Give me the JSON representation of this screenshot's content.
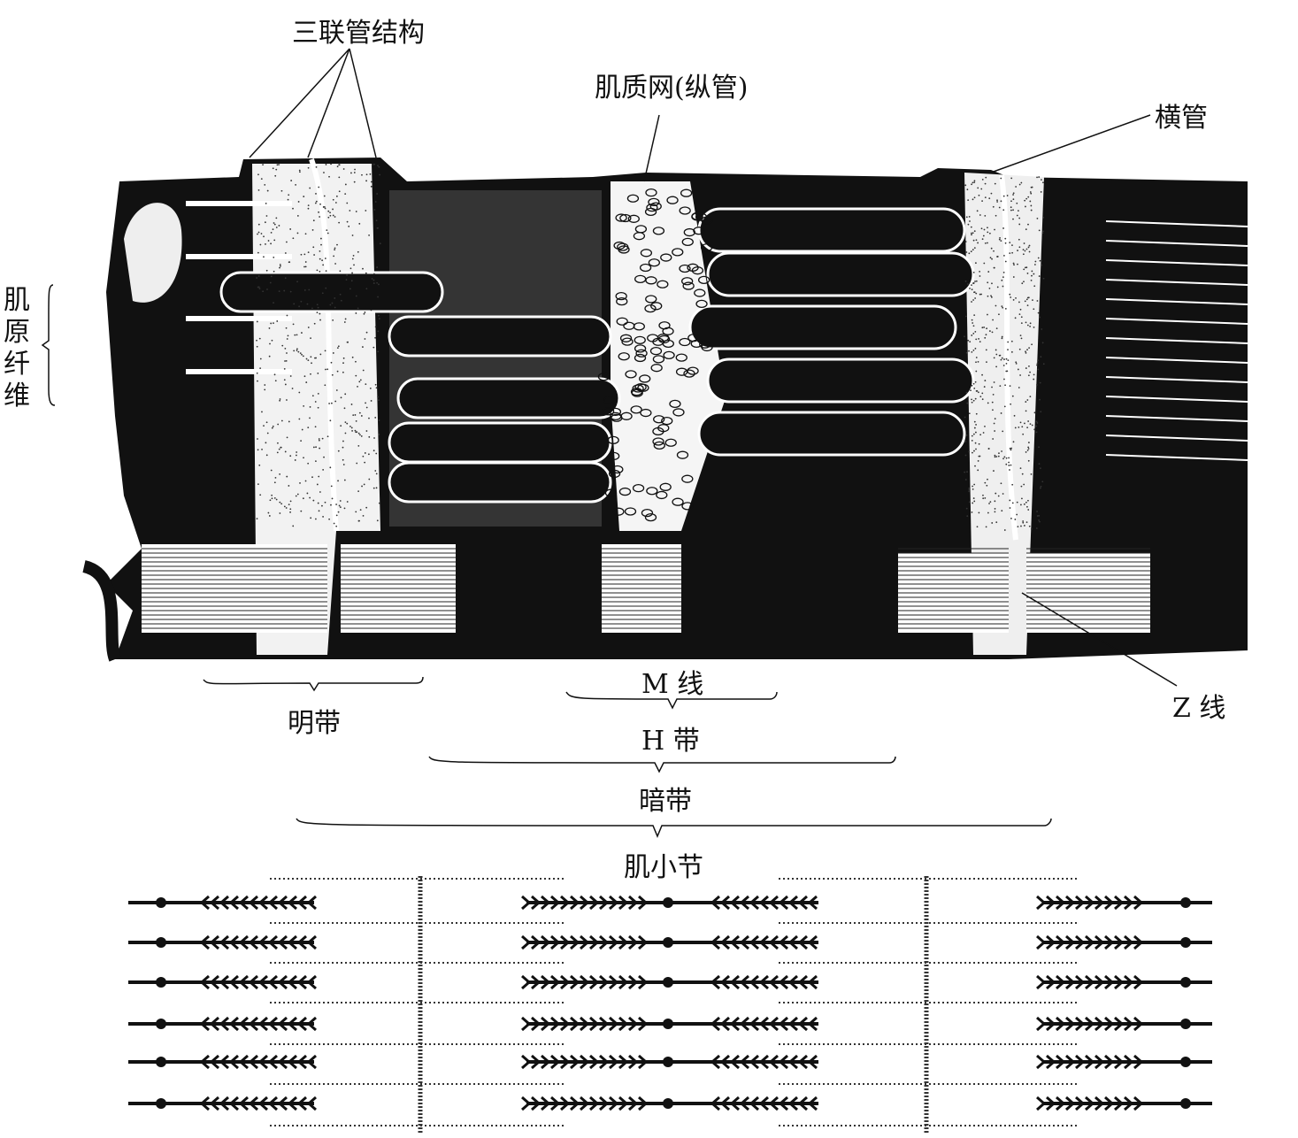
{
  "labels": {
    "triad": "三联管结构",
    "sarcoplasmic_reticulum": "肌质网(纵管)",
    "t_tubule": "横管",
    "myofibril": "肌原纤维",
    "m_line": "M 线",
    "i_band": "明带",
    "h_band": "H 带",
    "a_band": "暗带",
    "sarcomere": "肌小节",
    "z_line": "Z 线"
  },
  "colors": {
    "ink": "#111111",
    "paper": "#ffffff"
  }
}
